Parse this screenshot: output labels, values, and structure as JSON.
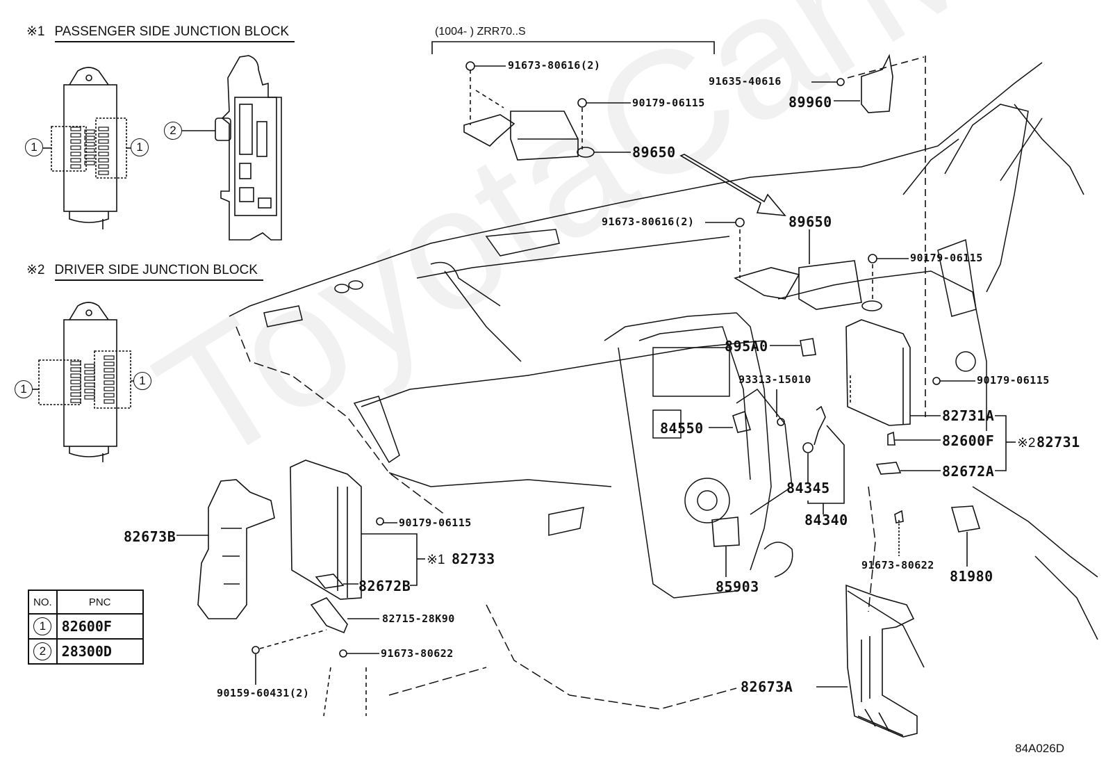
{
  "diagram": {
    "type": "exploded parts diagram",
    "figure_code": "84A026D",
    "watermark": "ToyotaCarMaster.ru"
  },
  "insets": [
    {
      "mark": "※1",
      "title": "PASSENGER SIDE JUNCTION BLOCK",
      "callouts": [
        "1",
        "1",
        "2"
      ]
    },
    {
      "mark": "※2",
      "title": "DRIVER SIDE JUNCTION BLOCK",
      "callouts": [
        "1",
        "1"
      ]
    }
  ],
  "variant": {
    "range_label": "(1004-        ) ZRR70..S"
  },
  "pnc_table": {
    "headers": [
      "NO.",
      "PNC"
    ],
    "rows": [
      {
        "no": "1",
        "pnc": "82600F"
      },
      {
        "no": "2",
        "pnc": "28300D"
      }
    ]
  },
  "parts": {
    "p91673_80616_top": "91673-80616(2)",
    "p90179_06115_top": "90179-06115",
    "p89650_top": "89650",
    "p91635_40616": "91635-40616",
    "p89960": "89960",
    "p91673_80616_mid": "91673-80616(2)",
    "p89650_mid": "89650",
    "p90179_06115_right1": "90179-06115",
    "p895A0": "895A0",
    "p93313_15010": "93313-15010",
    "p90179_06115_right2": "90179-06115",
    "p84550": "84550",
    "p82731A": "82731A",
    "p82600F": "82600F",
    "p82672A": "82672A",
    "group_82731_mark": "※2",
    "group_82731": "82731",
    "p84345": "84345",
    "p84340": "84340",
    "p91673_80622_right": "91673-80622",
    "p81980": "81980",
    "p85903": "85903",
    "p82673B": "82673B",
    "p90179_06115_left": "90179-06115",
    "group_82733_mark": "※1",
    "group_82733": "82733",
    "p82672B": "82672B",
    "p82715_28K90": "82715-28K90",
    "p91673_80622_left": "91673-80622",
    "p90159_60431": "90159-60431(2)",
    "p82673A": "82673A"
  }
}
